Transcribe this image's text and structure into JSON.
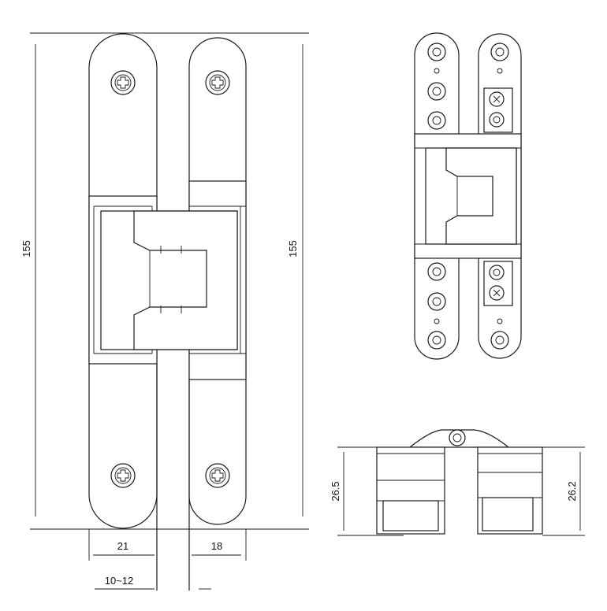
{
  "dimensions": {
    "height_left": "155",
    "height_right": "155",
    "width_left_leaf": "21",
    "width_right_leaf": "18",
    "gap": "10~12",
    "depth_left": "26.5",
    "depth_right": "26.2"
  },
  "colors": {
    "line": "#1a1a1a",
    "background": "#ffffff"
  }
}
